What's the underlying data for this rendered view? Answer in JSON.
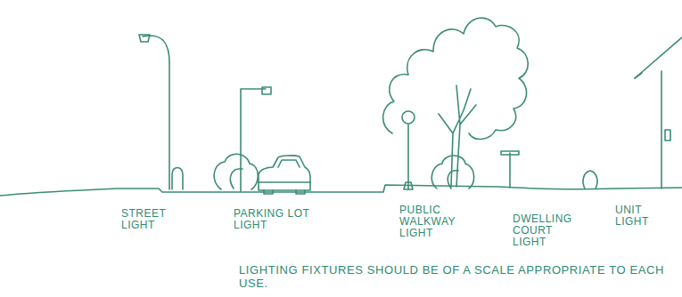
{
  "diagram": {
    "caption": "LIGHTING FIXTURES SHOULD BE OF A SCALE APPROPRIATE TO EACH USE.",
    "labels": [
      "STREET LIGHT",
      "PARKING LOT LIGHT",
      "PUBLIC WALKWAY LIGHT",
      "DWELLING COURT LIGHT",
      "UNIT LIGHT"
    ]
  }
}
